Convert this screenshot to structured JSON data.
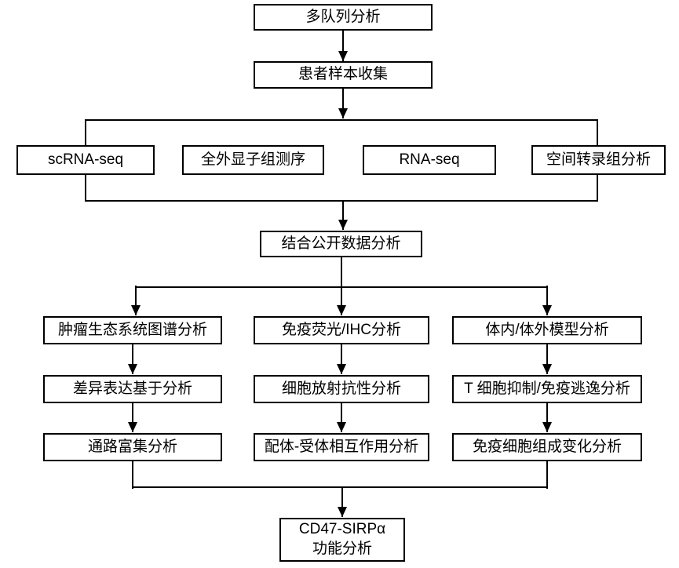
{
  "colors": {
    "border": "#000000",
    "background": "#ffffff",
    "text": "#000000"
  },
  "nodes": {
    "multi_cohort_analysis": {
      "label": "多队列分析"
    },
    "patient_sample_collection": {
      "label": "患者样本收集"
    },
    "scrna_seq": {
      "label": "scRNA-seq"
    },
    "whole_exome_sequencing": {
      "label": "全外显子组测序"
    },
    "rna_seq": {
      "label": "RNA-seq"
    },
    "spatial_transcriptomics": {
      "label": "空间转录组分析"
    },
    "public_data_analysis": {
      "label": "结合公开数据分析"
    },
    "tumor_ecosystem_atlas": {
      "label": "肿瘤生态系统图谱分析"
    },
    "differential_expression": {
      "label": "差异表达基于分析"
    },
    "pathway_enrichment": {
      "label": "通路富集分析"
    },
    "if_ihc_analysis": {
      "label": "免疫荧光/IHC分析"
    },
    "cell_radioresistance": {
      "label": "细胞放射抗性分析"
    },
    "ligand_receptor_interaction": {
      "label": "配体-受体相互作用分析"
    },
    "in_vivo_in_vitro_models": {
      "label": "体内/体外模型分析"
    },
    "t_cell_suppression_immune_escape": {
      "label": "T 细胞抑制/免疫逃逸分析"
    },
    "immune_cell_composition_change": {
      "label": "免疫细胞组成变化分析"
    },
    "cd47_sirpa_function": {
      "line1": "CD47-SIRPα",
      "line2": "功能分析"
    }
  }
}
